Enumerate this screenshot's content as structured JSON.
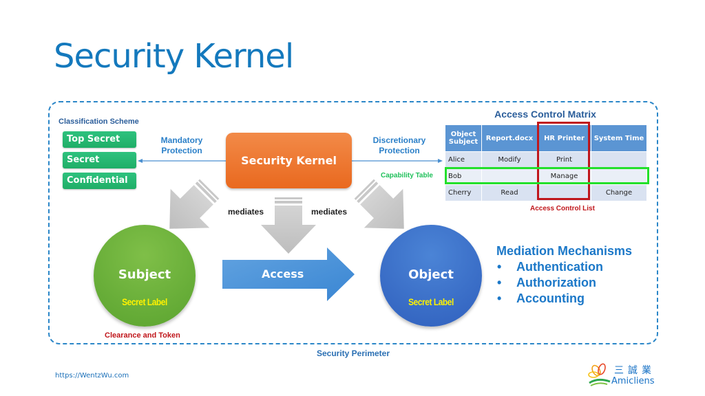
{
  "title": "Security Kernel",
  "perimeter": {
    "label": "Security Perimeter"
  },
  "classification": {
    "title": "Classification Scheme",
    "levels": [
      "Top Secret",
      "Secret",
      "Confidential"
    ]
  },
  "kernel": {
    "label": "Security Kernel",
    "left_link": "Mandatory\nProtection",
    "right_link": "Discretionary\nProtection",
    "mediates_left": "mediates",
    "mediates_right": "mediates"
  },
  "subject": {
    "label": "Subject",
    "sublabel": "Secret Label",
    "caption": "Clearance and Token",
    "color": "#5aa32f"
  },
  "object": {
    "label": "Object",
    "sublabel": "Secret Label",
    "color": "#2f5fbd"
  },
  "access": {
    "label": "Access"
  },
  "matrix": {
    "title": "Access Control Matrix",
    "corner": [
      "Object",
      "Subject"
    ],
    "columns": [
      "Report.docx",
      "HR Printer",
      "System Time"
    ],
    "rows": [
      {
        "subject": "Alice",
        "cells": [
          "Modify",
          "Print",
          ""
        ]
      },
      {
        "subject": "Bob",
        "cells": [
          "",
          "Manage",
          ""
        ]
      },
      {
        "subject": "Cherry",
        "cells": [
          "Read",
          "",
          "Change"
        ]
      }
    ],
    "capability_label": "Capability Table",
    "acl_label": "Access Control List",
    "capability_color": "#22e02a",
    "acl_color": "#c0161b"
  },
  "mechanisms": {
    "title": "Mediation Mechanisms",
    "items": [
      "Authentication",
      "Authorization",
      "Accounting"
    ]
  },
  "footer": {
    "url": "https://WentzWu.com",
    "logo_cn": "三誠業",
    "logo_en": "Amicliens"
  }
}
